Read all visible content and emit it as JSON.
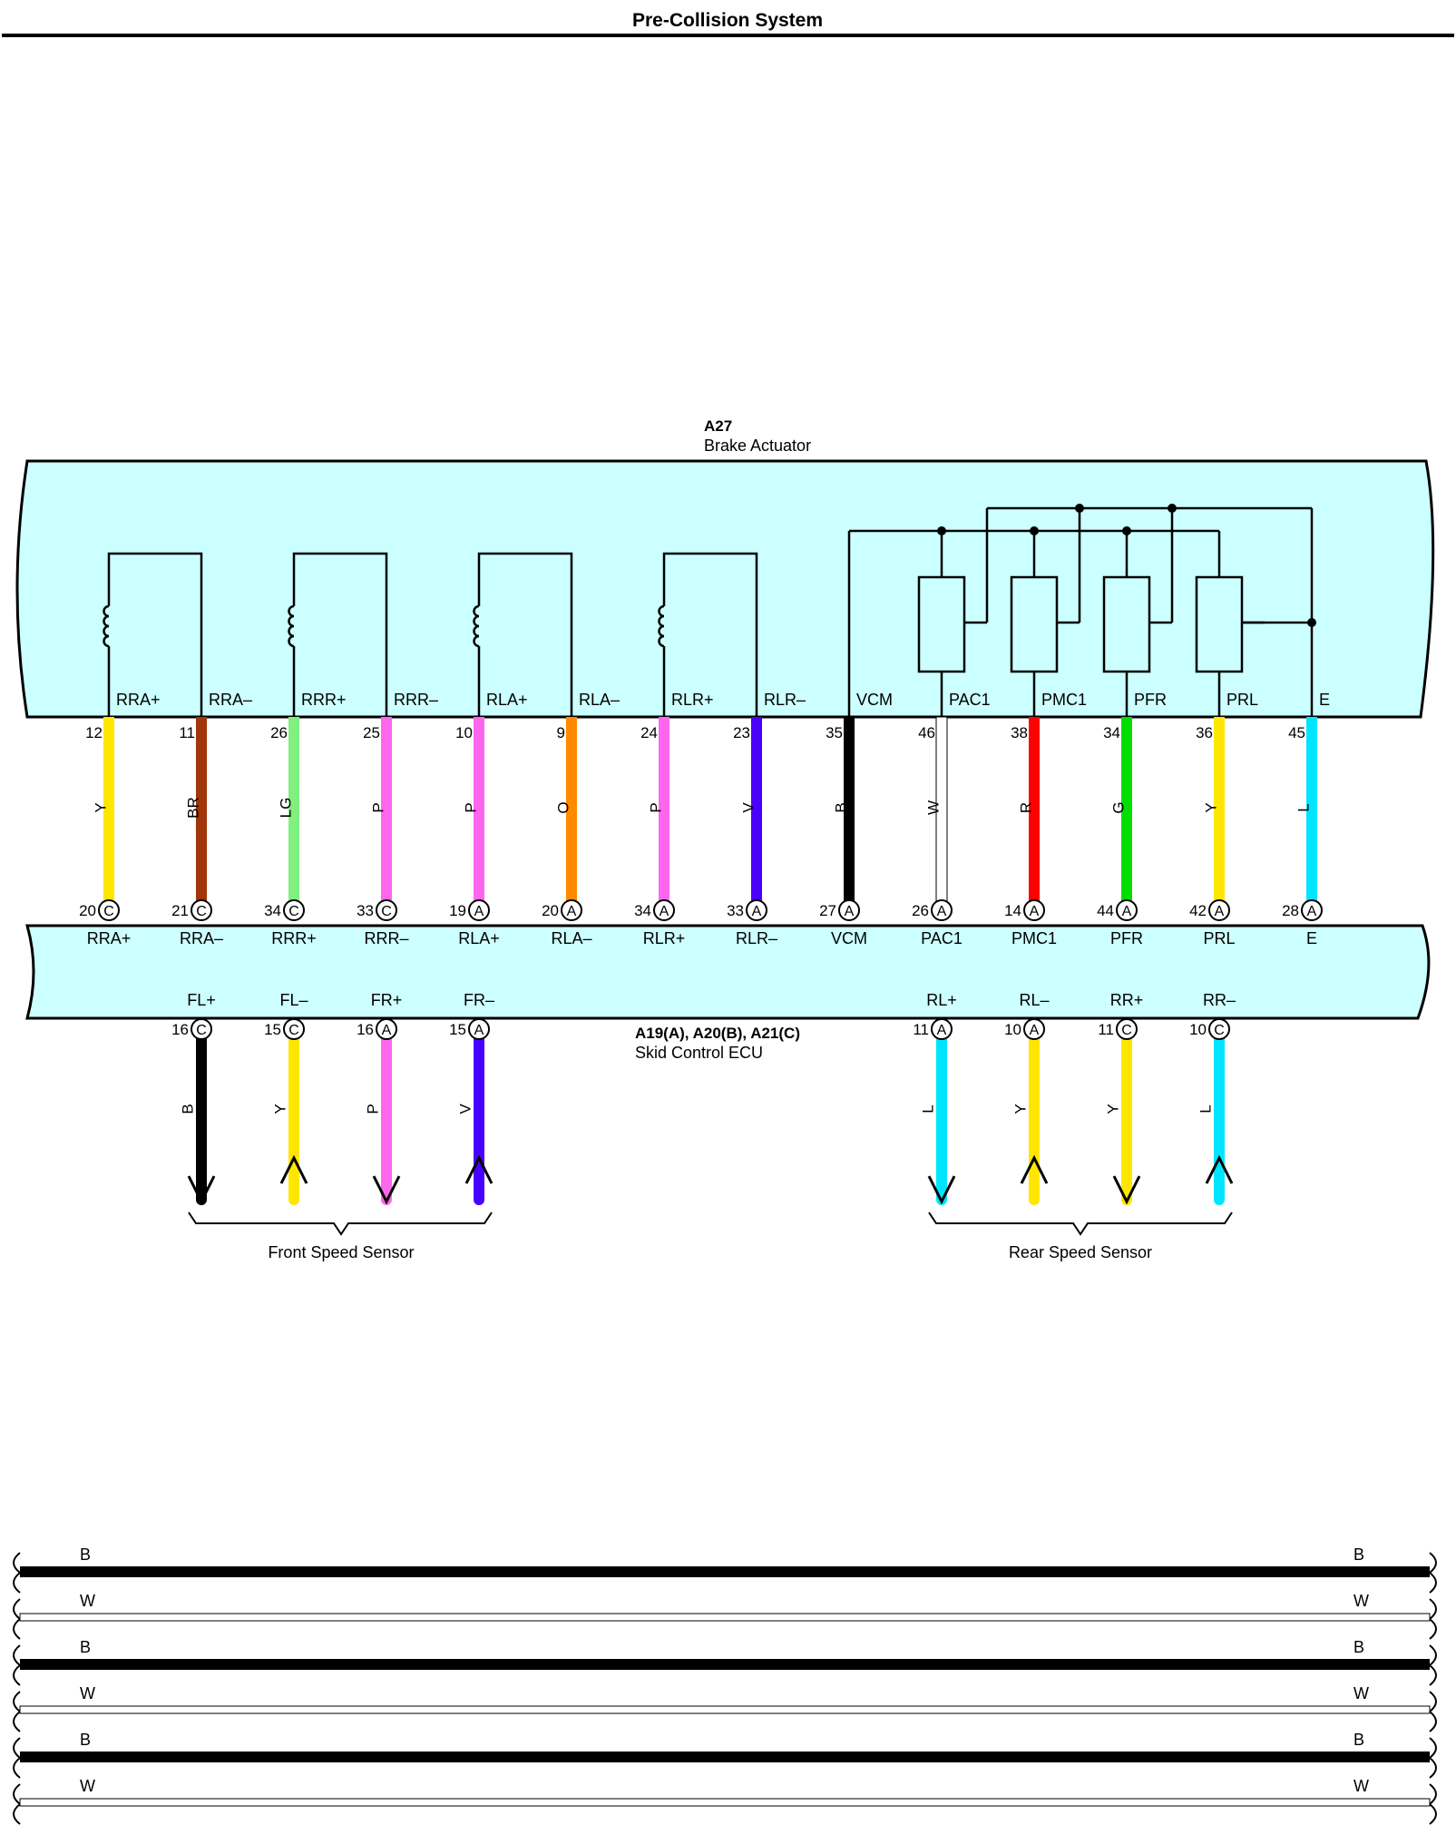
{
  "title": "Pre-Collision System",
  "actuator": {
    "code": "A27",
    "name": "Brake Actuator",
    "solenoids": [
      {
        "plus": "RRA+",
        "minus": "RRA–"
      },
      {
        "plus": "RRR+",
        "minus": "RRR–"
      },
      {
        "plus": "RLA+",
        "minus": "RLA–"
      },
      {
        "plus": "RLR+",
        "minus": "RLR–"
      }
    ],
    "sensor_labels": [
      "VCM",
      "PAC1",
      "PMC1",
      "PFR",
      "PRL",
      "E"
    ]
  },
  "ecu": {
    "code": "A19(A), A20(B), A21(C)",
    "name": "Skid Control ECU"
  },
  "wires": [
    {
      "actuator_pin": "12",
      "color_code": "Y",
      "color": "#ffe600",
      "ecu_pin": "20",
      "ecu_connector": "C",
      "ecu_label": "RRA+"
    },
    {
      "actuator_pin": "11",
      "color_code": "BR",
      "color": "#a0360a",
      "ecu_pin": "21",
      "ecu_connector": "C",
      "ecu_label": "RRA–"
    },
    {
      "actuator_pin": "26",
      "color_code": "LG",
      "color": "#80f080",
      "ecu_pin": "34",
      "ecu_connector": "C",
      "ecu_label": "RRR+"
    },
    {
      "actuator_pin": "25",
      "color_code": "P",
      "color": "#ff66ee",
      "ecu_pin": "33",
      "ecu_connector": "C",
      "ecu_label": "RRR–"
    },
    {
      "actuator_pin": "10",
      "color_code": "P",
      "color": "#ff66ee",
      "ecu_pin": "19",
      "ecu_connector": "A",
      "ecu_label": "RLA+"
    },
    {
      "actuator_pin": "9",
      "color_code": "O",
      "color": "#ff8a00",
      "ecu_pin": "20",
      "ecu_connector": "A",
      "ecu_label": "RLA–"
    },
    {
      "actuator_pin": "24",
      "color_code": "P",
      "color": "#ff66ee",
      "ecu_pin": "34",
      "ecu_connector": "A",
      "ecu_label": "RLR+"
    },
    {
      "actuator_pin": "23",
      "color_code": "V",
      "color": "#4a00ff",
      "ecu_pin": "33",
      "ecu_connector": "A",
      "ecu_label": "RLR–"
    },
    {
      "actuator_pin": "35",
      "color_code": "B",
      "color": "#000000",
      "ecu_pin": "27",
      "ecu_connector": "A",
      "ecu_label": "VCM"
    },
    {
      "actuator_pin": "46",
      "color_code": "W",
      "color": "#ffffff",
      "ecu_pin": "26",
      "ecu_connector": "A",
      "ecu_label": "PAC1"
    },
    {
      "actuator_pin": "38",
      "color_code": "R",
      "color": "#ff0000",
      "ecu_pin": "14",
      "ecu_connector": "A",
      "ecu_label": "PMC1"
    },
    {
      "actuator_pin": "34",
      "color_code": "G",
      "color": "#00dd00",
      "ecu_pin": "44",
      "ecu_connector": "A",
      "ecu_label": "PFR"
    },
    {
      "actuator_pin": "36",
      "color_code": "Y",
      "color": "#ffe600",
      "ecu_pin": "42",
      "ecu_connector": "A",
      "ecu_label": "PRL"
    },
    {
      "actuator_pin": "45",
      "color_code": "L",
      "color": "#00e5ff",
      "ecu_pin": "28",
      "ecu_connector": "A",
      "ecu_label": "E"
    }
  ],
  "sensor_outputs": [
    {
      "label": "FL+",
      "pin": "16",
      "connector": "C",
      "color_code": "B",
      "color": "#000000",
      "arrow": "down"
    },
    {
      "label": "FL–",
      "pin": "15",
      "connector": "C",
      "color_code": "Y",
      "color": "#ffe600",
      "arrow": "up"
    },
    {
      "label": "FR+",
      "pin": "16",
      "connector": "A",
      "color_code": "P",
      "color": "#ff66ee",
      "arrow": "down"
    },
    {
      "label": "FR–",
      "pin": "15",
      "connector": "A",
      "color_code": "V",
      "color": "#4a00ff",
      "arrow": "up"
    },
    {
      "label": "RL+",
      "pin": "11",
      "connector": "A",
      "color_code": "L",
      "color": "#00e5ff",
      "arrow": "down"
    },
    {
      "label": "RL–",
      "pin": "10",
      "connector": "A",
      "color_code": "Y",
      "color": "#ffe600",
      "arrow": "up"
    },
    {
      "label": "RR+",
      "pin": "11",
      "connector": "C",
      "color_code": "Y",
      "color": "#ffe600",
      "arrow": "down"
    },
    {
      "label": "RR–",
      "pin": "10",
      "connector": "C",
      "color_code": "L",
      "color": "#00e5ff",
      "arrow": "up"
    }
  ],
  "sensor_groups": [
    {
      "label": "Front Speed Sensor"
    },
    {
      "label": "Rear Speed Sensor"
    }
  ],
  "bus_lines": [
    {
      "code": "B",
      "color": "#000000"
    },
    {
      "code": "W",
      "color": "#ffffff"
    },
    {
      "code": "B",
      "color": "#000000"
    },
    {
      "code": "W",
      "color": "#ffffff"
    },
    {
      "code": "B",
      "color": "#000000"
    },
    {
      "code": "W",
      "color": "#ffffff"
    }
  ],
  "colors": {
    "component_fill": "#ccffff",
    "outline": "#000000"
  }
}
